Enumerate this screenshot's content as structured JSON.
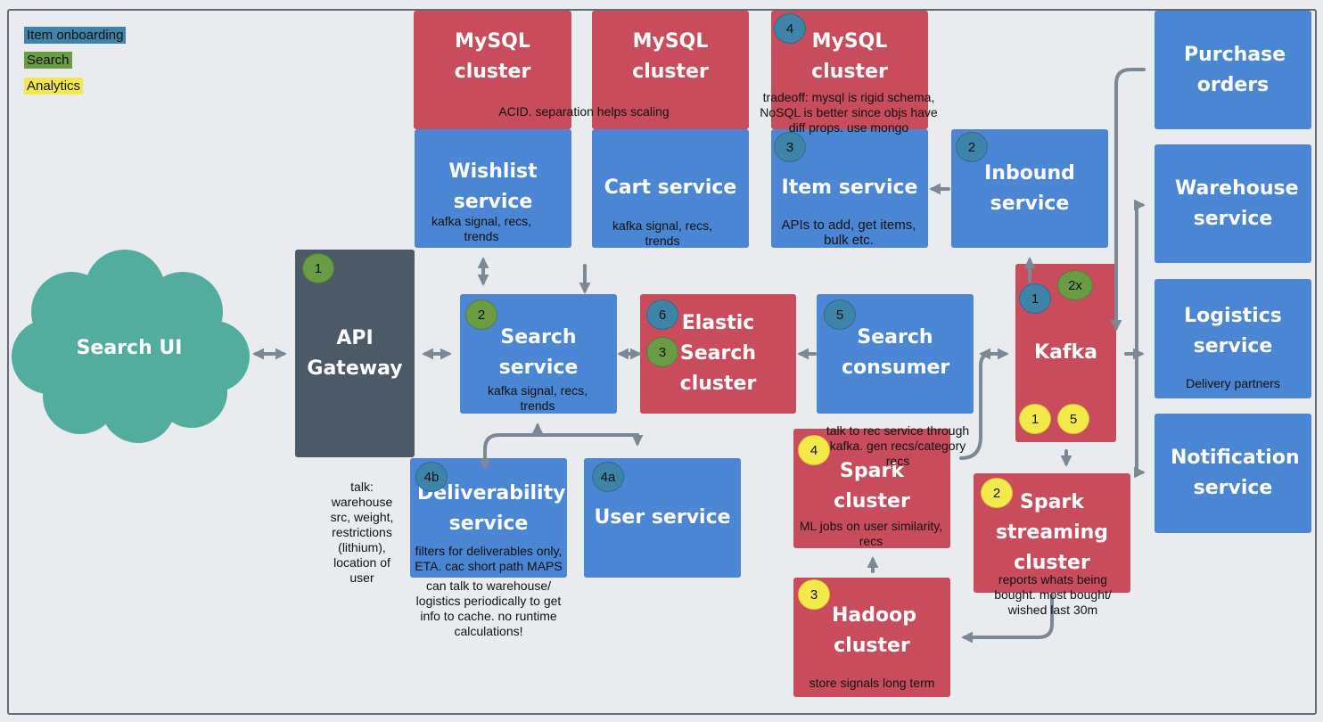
{
  "legend": [
    {
      "label": "Item onboarding",
      "color": "#3e83a8"
    },
    {
      "label": "Search",
      "color": "#6a9b45"
    },
    {
      "label": "Analytics",
      "color": "#f4e94a"
    }
  ],
  "nodes": {
    "search_ui": "Search UI",
    "api_gateway": "API Gateway",
    "mysql_1": "MySQL cluster",
    "mysql_2": "MySQL cluster",
    "mysql_3": "MySQL cluster",
    "wishlist": "Wishlist service",
    "cart": "Cart service",
    "item": "Item service",
    "inbound": "Inbound service",
    "search_service": "Search service",
    "elastic": "Elastic Search cluster",
    "search_consumer": "Search consumer",
    "kafka": "Kafka",
    "purchase_orders": "Purchase orders",
    "warehouse": "Warehouse service",
    "logistics": "Logistics service",
    "notification": "Notification service",
    "deliverability": "Deliverability service",
    "user_service": "User service",
    "spark": "Spark cluster",
    "spark_streaming": "Spark streaming cluster",
    "hadoop": "Hadoop cluster"
  },
  "notes": {
    "acid": "ACID. separation helps scaling",
    "tradeoff": "tradeoff: mysql is rigid schema, NoSQL is better since objs have diff props. use mongo",
    "wishlist": "kafka signal, recs, trends",
    "cart": "kafka signal, recs, trends",
    "item": "APIs to add, get items, bulk etc.",
    "search": "kafka signal, recs, trends",
    "logistics": "Delivery partners",
    "talk_warehouse": "talk: warehouse src, weight, restrictions (lithium), location of user",
    "deliverables": "filters for deliverables only, ETA. cac short path MAPS",
    "cache": "can talk to warehouse/ logistics periodically to get info to cache. no runtime calculations!",
    "rec_service": "talk to rec service through kafka. gen recs/category recs",
    "ml_jobs": "ML jobs on user similarity, recs",
    "reports": "reports whats being bought. most bought/ wished last 30m",
    "signals": "store signals long term"
  },
  "badges": {
    "api": "1",
    "mysql_3": "4",
    "item": "3",
    "inbound": "2",
    "search_service": "2",
    "elastic_a": "6",
    "elastic_b": "3",
    "search_consumer": "5",
    "kafka_teal": "1",
    "kafka_green": "2x",
    "kafka_y1": "1",
    "kafka_y5": "5",
    "deliverability": "4b",
    "user_service": "4a",
    "spark": "4",
    "spark_streaming": "2",
    "hadoop": "3"
  }
}
